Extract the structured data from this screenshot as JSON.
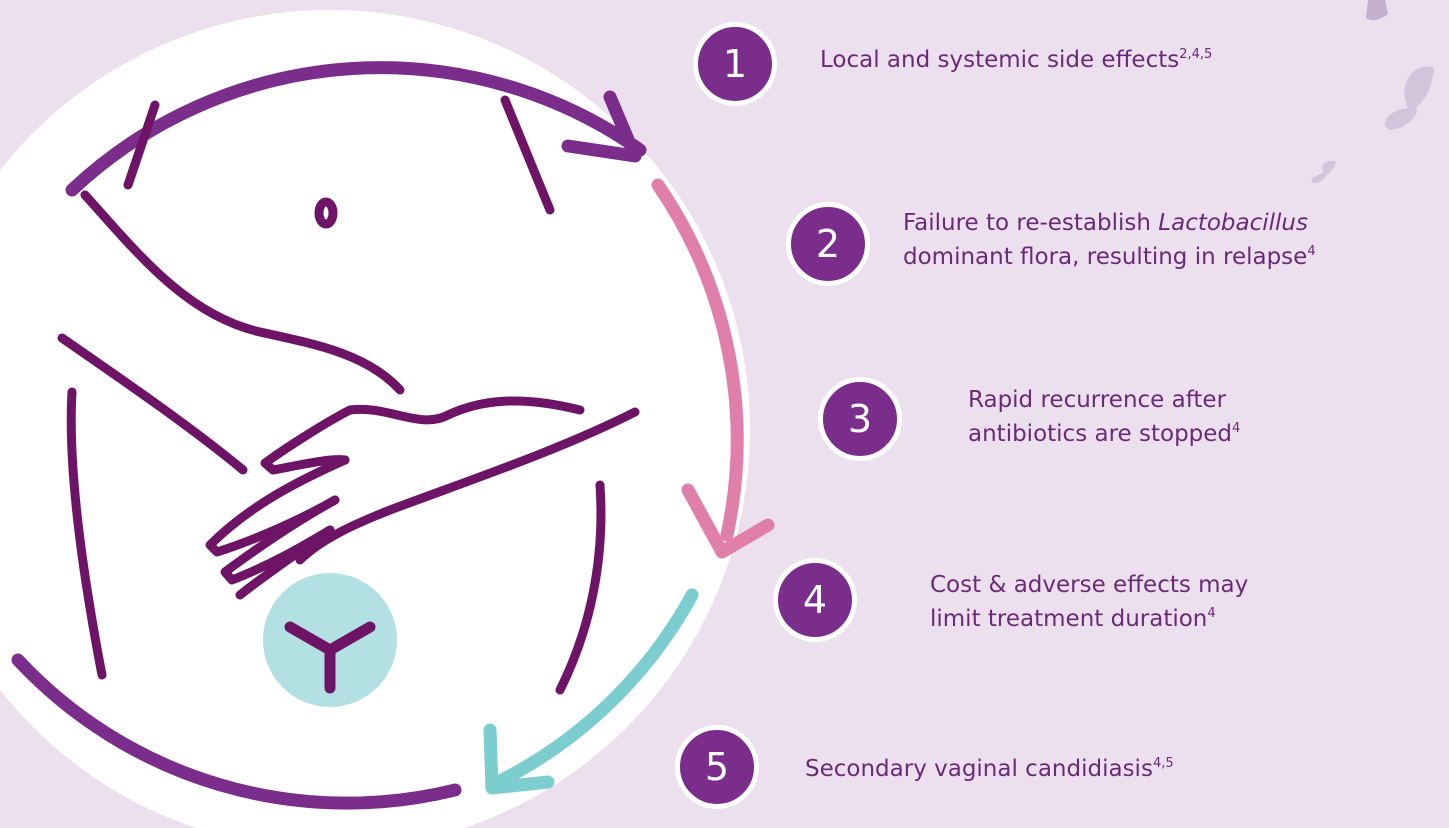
{
  "colors": {
    "background": "#ece0ee",
    "primary_purple": "#7b2d8c",
    "badge_purple": "#7b2d8c",
    "pink": "#e07fa9",
    "teal": "#7ccdcf",
    "line_purple": "#6e1466",
    "text": "#6a2a78"
  },
  "icons": [
    "butterfly-icon",
    "butterfly-icon",
    "butterfly-icon",
    "uterus-icon"
  ],
  "items": [
    {
      "number": "1",
      "text": "Local and systemic side effects",
      "refs": "2,4,5"
    },
    {
      "number": "2",
      "line1_pre": "Failure to re-establish ",
      "line1_em": "Lactobacillus",
      "line2": "dominant flora, resulting in relapse",
      "refs": "4"
    },
    {
      "number": "3",
      "line1": "Rapid recurrence after",
      "line2": "antibiotics are stopped",
      "refs": "4"
    },
    {
      "number": "4",
      "line1": "Cost & adverse effects may",
      "line2": "limit treatment duration",
      "refs": "4"
    },
    {
      "number": "5",
      "text": "Secondary vaginal candidiasis",
      "refs": "4,5"
    }
  ]
}
